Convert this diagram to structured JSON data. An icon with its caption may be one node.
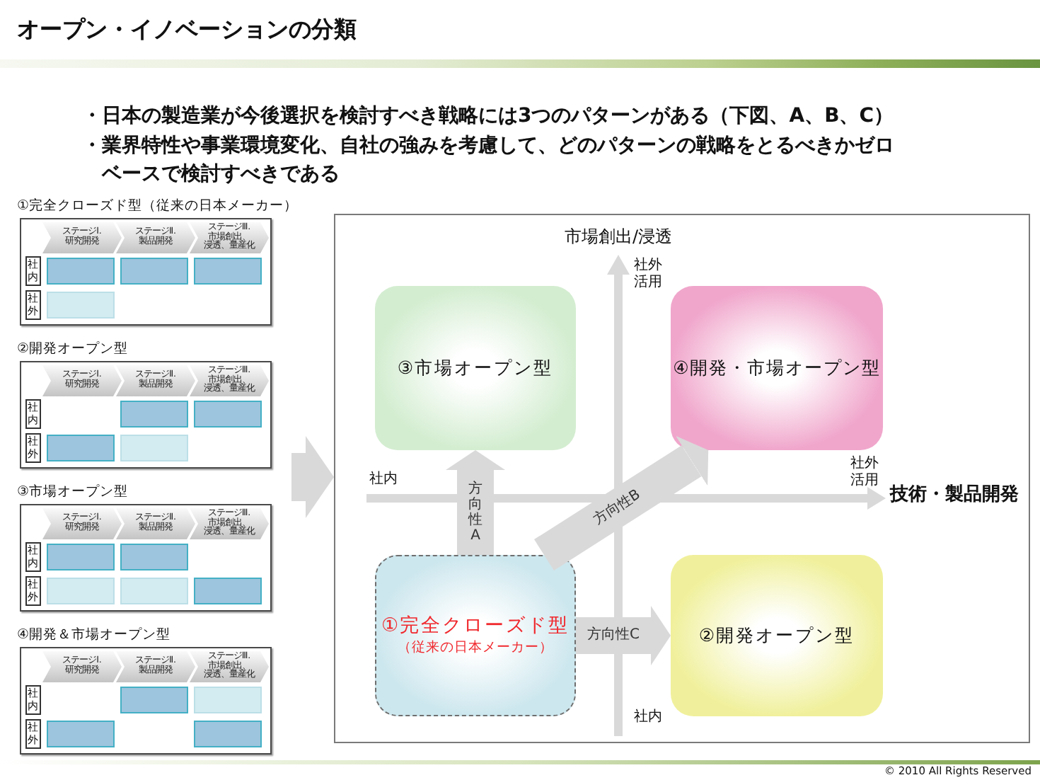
{
  "diagram": {
    "title": "オープン・イノベーションの分類",
    "nodes": [
      {
        "text": [
          "①完全クローズド型（従来の日本メーカー）"
        ]
      },
      {
        "text": [
          "ステージⅠ. 研究開発"
        ],
        "in": 0
      },
      {
        "text": [
          "ステージⅡ. 製品開発"
        ],
        "in": 0
      },
      {
        "text": [
          "ステージⅢ. 市場創出、浸透、量産化"
        ],
        "in": 0
      },
      {
        "text": [
          "社内"
        ],
        "in": 0
      },
      {
        "text": [],
        "shape": "box",
        "in": 0
      },
      {
        "text": [],
        "shape": "box",
        "in": 0
      },
      {
        "text": [],
        "shape": "box",
        "in": 0
      },
      {
        "text": [
          "社外"
        ],
        "in": 0
      },
      {
        "text": [],
        "shape": "box",
        "in": 0
      },
      {
        "text": [
          "②開発オープン型"
        ]
      },
      {
        "text": [
          "ステージⅠ. 研究開発"
        ],
        "in": 10
      },
      {
        "text": [
          "ステージⅡ. 製品開発"
        ],
        "in": 10
      },
      {
        "text": [
          "ステージⅢ. 市場創出、浸透、量産化"
        ],
        "in": 10
      },
      {
        "text": [
          "社内"
        ],
        "in": 10
      },
      {
        "text": [],
        "shape": "box",
        "in": 10
      },
      {
        "text": [],
        "shape": "box",
        "in": 10
      },
      {
        "text": [
          "社外"
        ],
        "in": 10
      },
      {
        "text": [],
        "shape": "box",
        "in": 10
      },
      {
        "text": [],
        "shape": "box",
        "in": 10
      },
      {
        "text": [
          "③市場オープン型"
        ]
      },
      {
        "text": [
          "ステージⅠ. 研究開発"
        ],
        "in": 20
      },
      {
        "text": [
          "ステージⅡ. 製品開発"
        ],
        "in": 20
      },
      {
        "text": [
          "ステージⅢ. 市場創出、浸透、量産化"
        ],
        "in": 20
      },
      {
        "text": [
          "社内"
        ],
        "in": 20
      },
      {
        "text": [],
        "shape": "box",
        "in": 20
      },
      {
        "text": [],
        "shape": "box",
        "in": 20
      },
      {
        "text": [
          "社外"
        ],
        "in": 20
      },
      {
        "text": [],
        "shape": "box",
        "in": 20
      },
      {
        "text": [],
        "shape": "box",
        "in": 20
      },
      {
        "text": [],
        "shape": "box",
        "in": 20
      },
      {
        "text": [
          "④開発＆市場オープン型"
        ]
      },
      {
        "text": [
          "ステージⅠ. 研究開発"
        ],
        "in": 31
      },
      {
        "text": [
          "ステージⅡ. 製品開発"
        ],
        "in": 31
      },
      {
        "text": [
          "ステージⅢ. 市場創出、浸透、量産化"
        ],
        "in": 31
      },
      {
        "text": [
          "社内"
        ],
        "in": 31
      },
      {
        "text": [],
        "shape": "box",
        "in": 31
      },
      {
        "text": [],
        "shape": "box",
        "in": 31
      },
      {
        "text": [
          "社外"
        ],
        "in": 31
      },
      {
        "text": [],
        "shape": "box",
        "in": 31
      },
      {
        "text": [],
        "shape": "box",
        "in": 31
      },
      {
        "text": [],
        "shape": "box"
      },
      {
        "text": [
          "③市場オープン型"
        ],
        "in": 41
      },
      {
        "text": [
          "④開発・市場オープン型"
        ],
        "in": 41
      },
      {
        "text": [
          "①完全クローズド型",
          "（従来の日本メーカー）"
        ],
        "in": 41
      },
      {
        "text": [
          "②開発オープン型"
        ],
        "in": 41
      }
    ],
    "edges": [
      {
        "from": null,
        "to": 41,
        "arrow": "to"
      },
      {
        "from": 44,
        "to": 42,
        "arrow": "to",
        "label": "方向性A"
      },
      {
        "from": 44,
        "to": 43,
        "arrow": "to",
        "label": "方向性B"
      },
      {
        "from": 44,
        "to": 45,
        "arrow": "to",
        "label": "方向性C"
      }
    ],
    "labels": [
      "・日本の製造業が今後選択を検討すべき戦略には3つのパターンがある（下図、A、B、C）",
      "・業界特性や事業環境変化、自社の強みを考慮して、どのパターンの戦略をとるべきかゼロベースで検討すべきである",
      "市場創出/浸透",
      "社外活用",
      "社内",
      "社外活用",
      "技術・製品開発",
      "社内",
      "© 2010 All Rights Reserved"
    ]
  }
}
